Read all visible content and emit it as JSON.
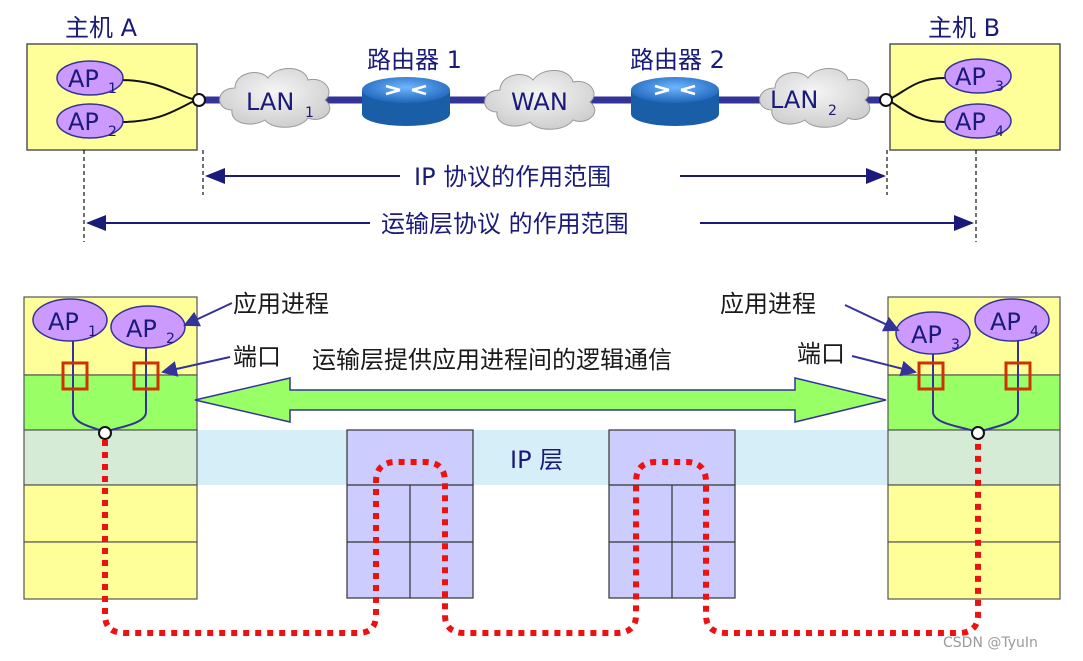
{
  "top": {
    "host_a": "主机 A",
    "host_b": "主机 B",
    "router1": "路由器 1",
    "router2": "路由器 2",
    "lan1": "LAN",
    "lan1_sub": "1",
    "wan": "WAN",
    "lan2": "LAN",
    "lan2_sub": "2",
    "ip_scope": "IP 协议的作用范围",
    "transport_scope": "运输层协议 的作用范围",
    "ap1": "AP",
    "ap1_sub": "1",
    "ap2": "AP",
    "ap2_sub": "2",
    "ap3": "AP",
    "ap3_sub": "3",
    "ap4": "AP",
    "ap4_sub": "4"
  },
  "bottom": {
    "app_process_left": "应用进程",
    "app_process_right": "应用进程",
    "port_left": "端口",
    "port_right": "端口",
    "logic_comm": "运输层提供应用进程间的逻辑通信",
    "ip_layer": "IP 层",
    "ap1": "AP",
    "ap1_sub": "1",
    "ap2": "AP",
    "ap2_sub": "2",
    "ap3": "AP",
    "ap3_sub": "3",
    "ap4": "AP",
    "ap4_sub": "4"
  },
  "watermark": "CSDN @TyuIn",
  "colors": {
    "host_fill": "#ffff99",
    "ap_fill": "#cc99ff",
    "transport_fill": "#99ff66",
    "ip_band": "#d6eef7",
    "router_box": "#ccccff",
    "path_red": "#ee1111",
    "port_box": "#cc3300",
    "line_blue": "#333399"
  }
}
